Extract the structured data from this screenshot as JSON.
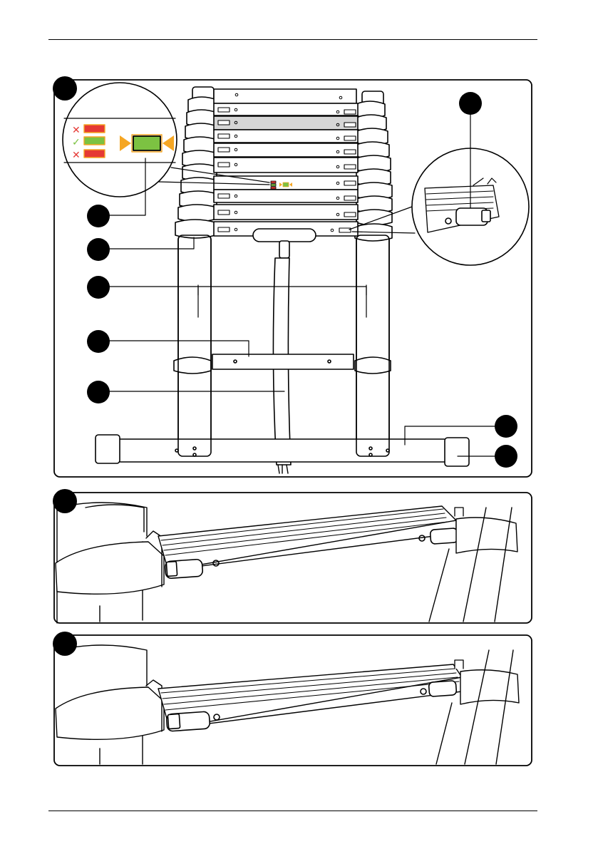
{
  "page": {
    "header_rule": true,
    "footer_rule": true
  },
  "panels": [
    {
      "id": "panel-a",
      "label": "",
      "content": "telescopic-ladder-overview"
    },
    {
      "id": "panel-b",
      "label": "",
      "content": "rung-lock-detail-locked"
    },
    {
      "id": "panel-c",
      "label": "",
      "content": "rung-lock-detail-closed"
    }
  ],
  "callouts": {
    "main_left": [
      "",
      "",
      "",
      "",
      ""
    ],
    "main_right_top": "",
    "main_right_bottom": [
      "",
      ""
    ]
  },
  "indicator_legend": {
    "rows": [
      {
        "mark": "✕",
        "status": "wrong",
        "color": "#e53935"
      },
      {
        "mark": "✓",
        "status": "correct",
        "color": "#7cc242"
      },
      {
        "mark": "✕",
        "status": "wrong",
        "color": "#e53935"
      }
    ],
    "frame_color": "#f5a623",
    "ok_color": "#7cc242",
    "bad_color": "#e53935",
    "arrow_color": "#f5a623"
  }
}
